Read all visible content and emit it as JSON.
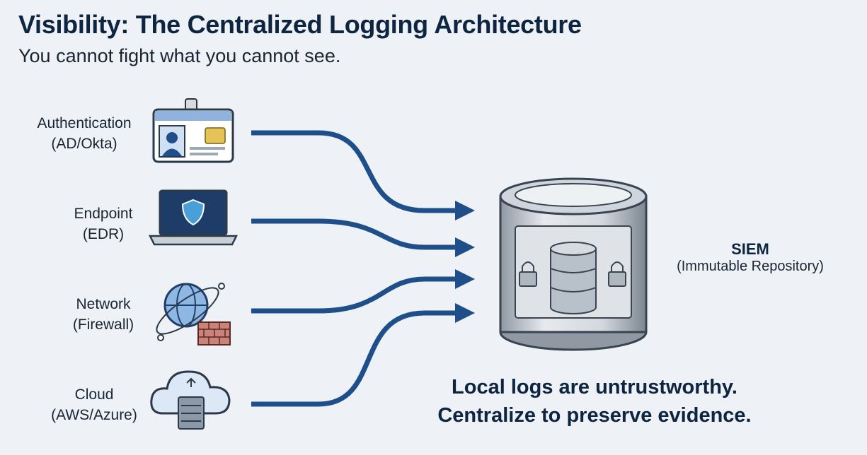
{
  "title": "Visibility: The Centralized Logging Architecture",
  "subtitle": "You cannot fight what you cannot see.",
  "sources": [
    {
      "line1": "Authentication",
      "line2": "(AD/Okta)",
      "icon": "id-badge-icon"
    },
    {
      "line1": "Endpoint",
      "line2": "(EDR)",
      "icon": "laptop-shield-icon"
    },
    {
      "line1": "Network",
      "line2": "(Firewall)",
      "icon": "globe-firewall-icon"
    },
    {
      "line1": "Cloud",
      "line2": "(AWS/Azure)",
      "icon": "cloud-server-icon"
    }
  ],
  "siem": {
    "title": "SIEM",
    "subtitle": "(Immutable Repository)"
  },
  "note": {
    "line1": "Local logs are untrustworthy.",
    "line2": "Centralize to preserve evidence."
  },
  "colors": {
    "arrow": "#1f4f8a",
    "title": "#0d2540",
    "background": "#eef1f5"
  }
}
